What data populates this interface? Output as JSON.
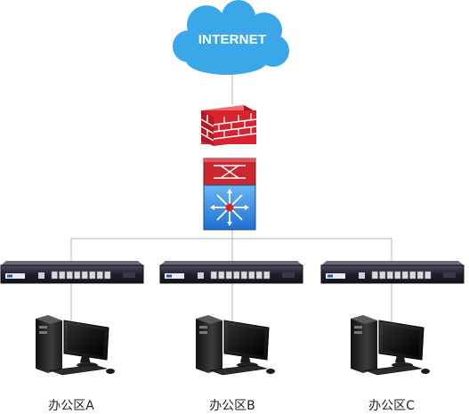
{
  "cloud": {
    "label": "INTERNET",
    "color": "#3aa8e8"
  },
  "offices": [
    {
      "label": "办公区A"
    },
    {
      "label": "办公区B"
    },
    {
      "label": "办公区C"
    }
  ],
  "colors": {
    "firewall": "#d8232e",
    "firewall_mortar": "#ffffff",
    "core_switch_top": "#c9282f",
    "core_switch_bottom": "#2f7fd6",
    "line": "#b5b5b5",
    "router_body": "#1e1e30"
  },
  "icons": {
    "cloud": "cloud-icon",
    "firewall": "firewall-icon",
    "core_switch": "core-switch-icon",
    "router": "router-icon",
    "computer": "computer-icon"
  }
}
